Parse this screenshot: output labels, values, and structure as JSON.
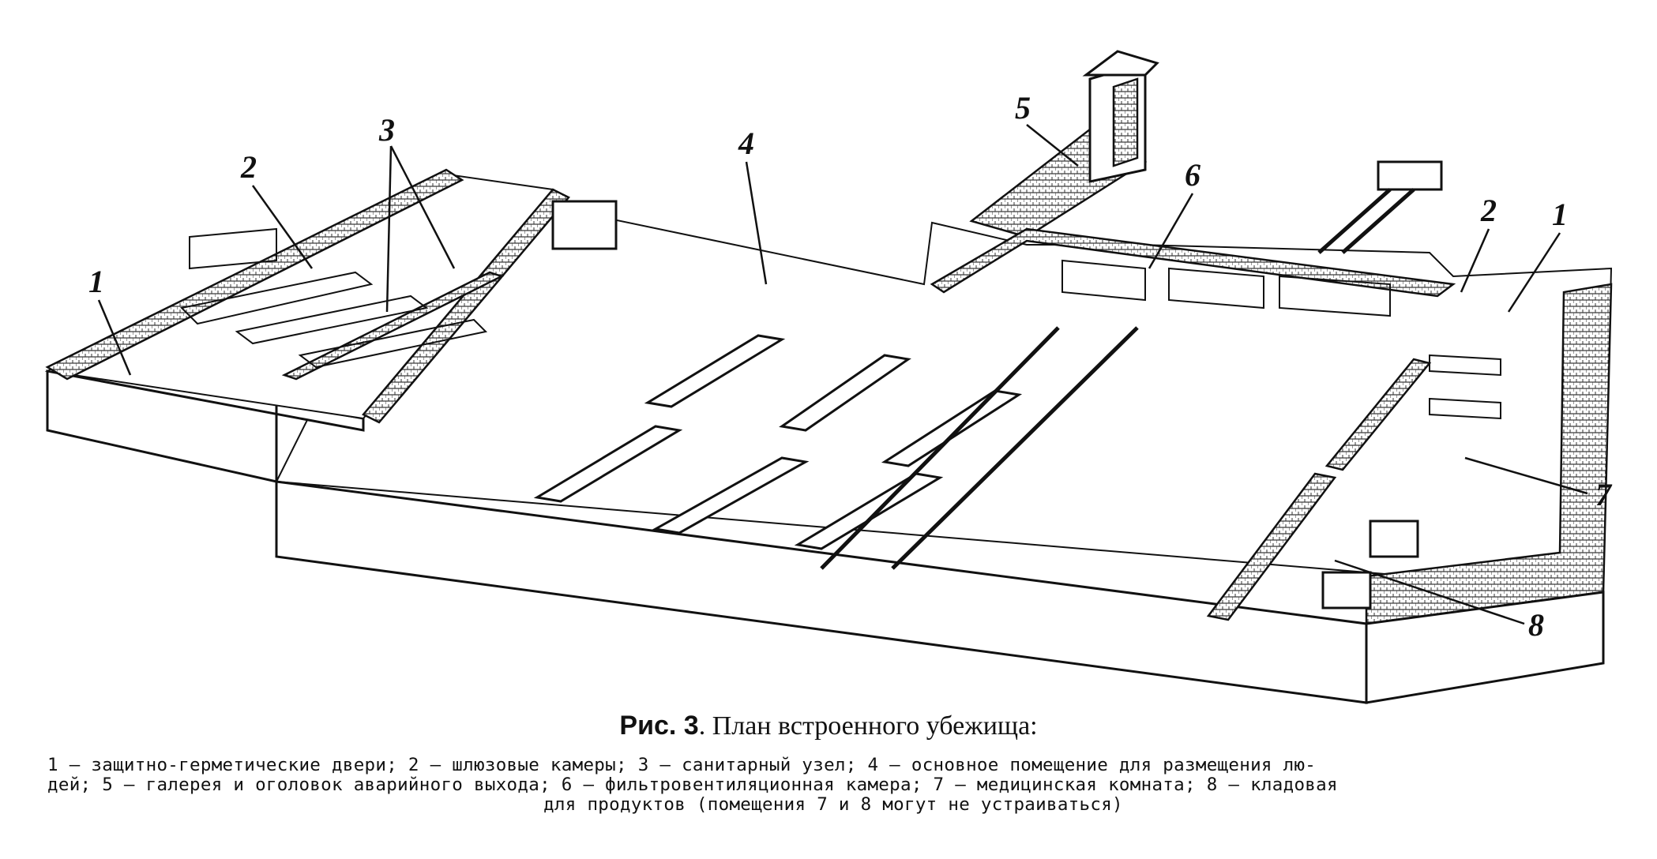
{
  "figure": {
    "caption_label": "Рис. 3",
    "caption_title": ". План встроенного убежища:",
    "legend_lines": [
      "1 — защитно-герметические двери; 2 — шлюзовые камеры; 3 — санитарный узел; 4 — основное помещение для размещения лю-",
      "дей; 5 — галерея и оголовок аварийного выхода; 6 — фильтровентиляционная камера; 7 — медицинская комната; 8 — кладовая",
      "для продуктов (помещения 7 и 8 могут не устраиваться)"
    ],
    "callouts": [
      "1",
      "2",
      "3",
      "4",
      "5",
      "6",
      "2",
      "1",
      "7",
      "8"
    ]
  }
}
